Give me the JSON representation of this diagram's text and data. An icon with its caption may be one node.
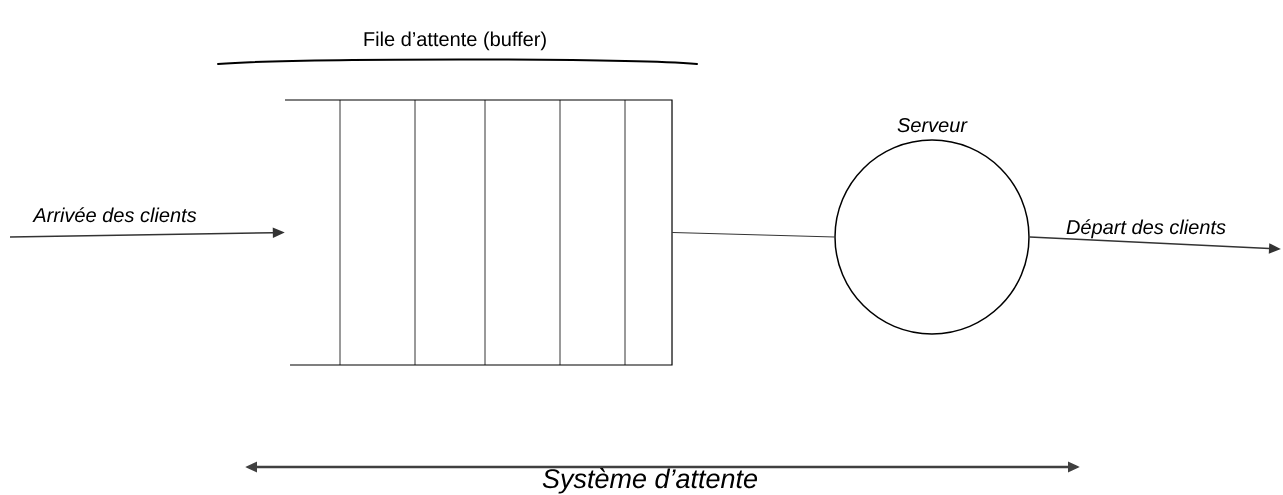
{
  "diagram": {
    "nodes": [
      {
        "text": [
          "File d’attente (buffer)"
        ]
      },
      {
        "text": [
          "Serveur"
        ]
      }
    ],
    "edges": [
      {
        "from": null,
        "to": 0,
        "arrow": "to",
        "label": "Arrivée des clients"
      },
      {
        "from": 0,
        "to": 1,
        "arrow": "none"
      },
      {
        "from": 1,
        "to": null,
        "arrow": "to",
        "label": "Départ des clients"
      }
    ],
    "labels": [
      "Système d’attente"
    ]
  }
}
